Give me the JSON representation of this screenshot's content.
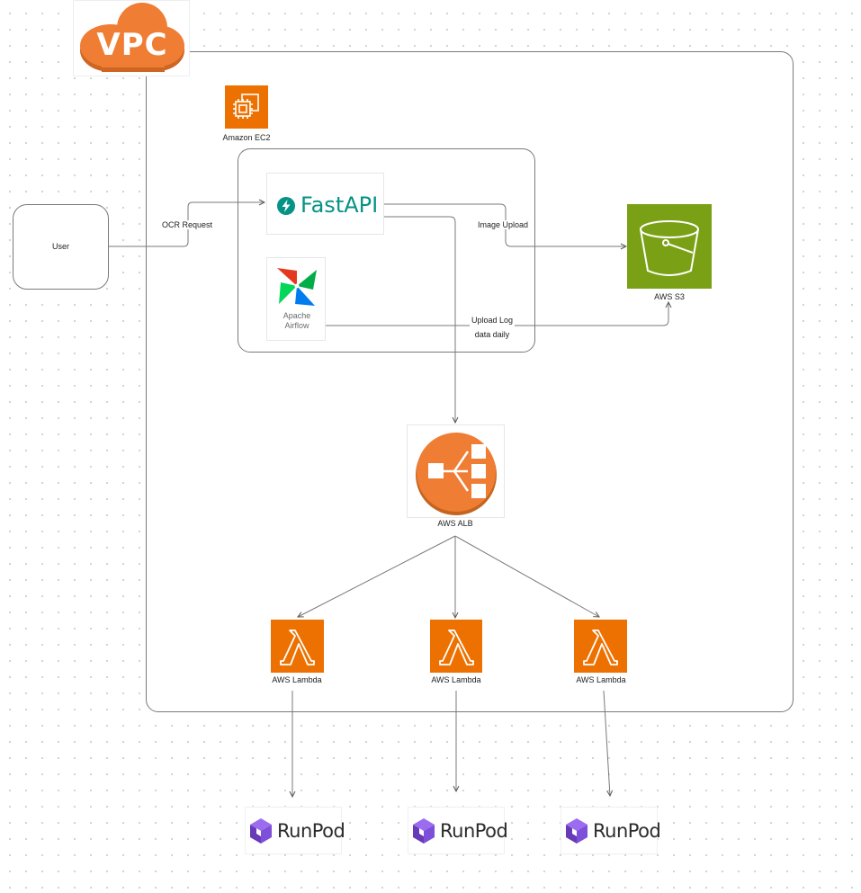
{
  "vpc": {
    "badge_text": "VPC"
  },
  "nodes": {
    "user": "User",
    "ec2": "Amazon EC2",
    "fastapi": "FastAPI",
    "airflow_line1": "Apache",
    "airflow_line2": "Airflow",
    "s3": "AWS S3",
    "alb": "AWS ALB",
    "lambda_1": "AWS Lambda",
    "lambda_2": "AWS Lambda",
    "lambda_3": "AWS Lambda",
    "runpod_1": "RunPod",
    "runpod_2": "RunPod",
    "runpod_3": "RunPod"
  },
  "edges": {
    "ocr_request": "OCR Request",
    "image_upload": "Image Upload",
    "upload_log_line1": "Upload Log",
    "upload_log_line2": "data daily"
  },
  "colors": {
    "vpc_orange": "#ef7d33",
    "aws_compute_orange": "#ed7100",
    "s3_green": "#7aa116",
    "fastapi_teal": "#059386",
    "runpod_purple": "#673ab7",
    "line_gray": "#7a7a7a"
  }
}
